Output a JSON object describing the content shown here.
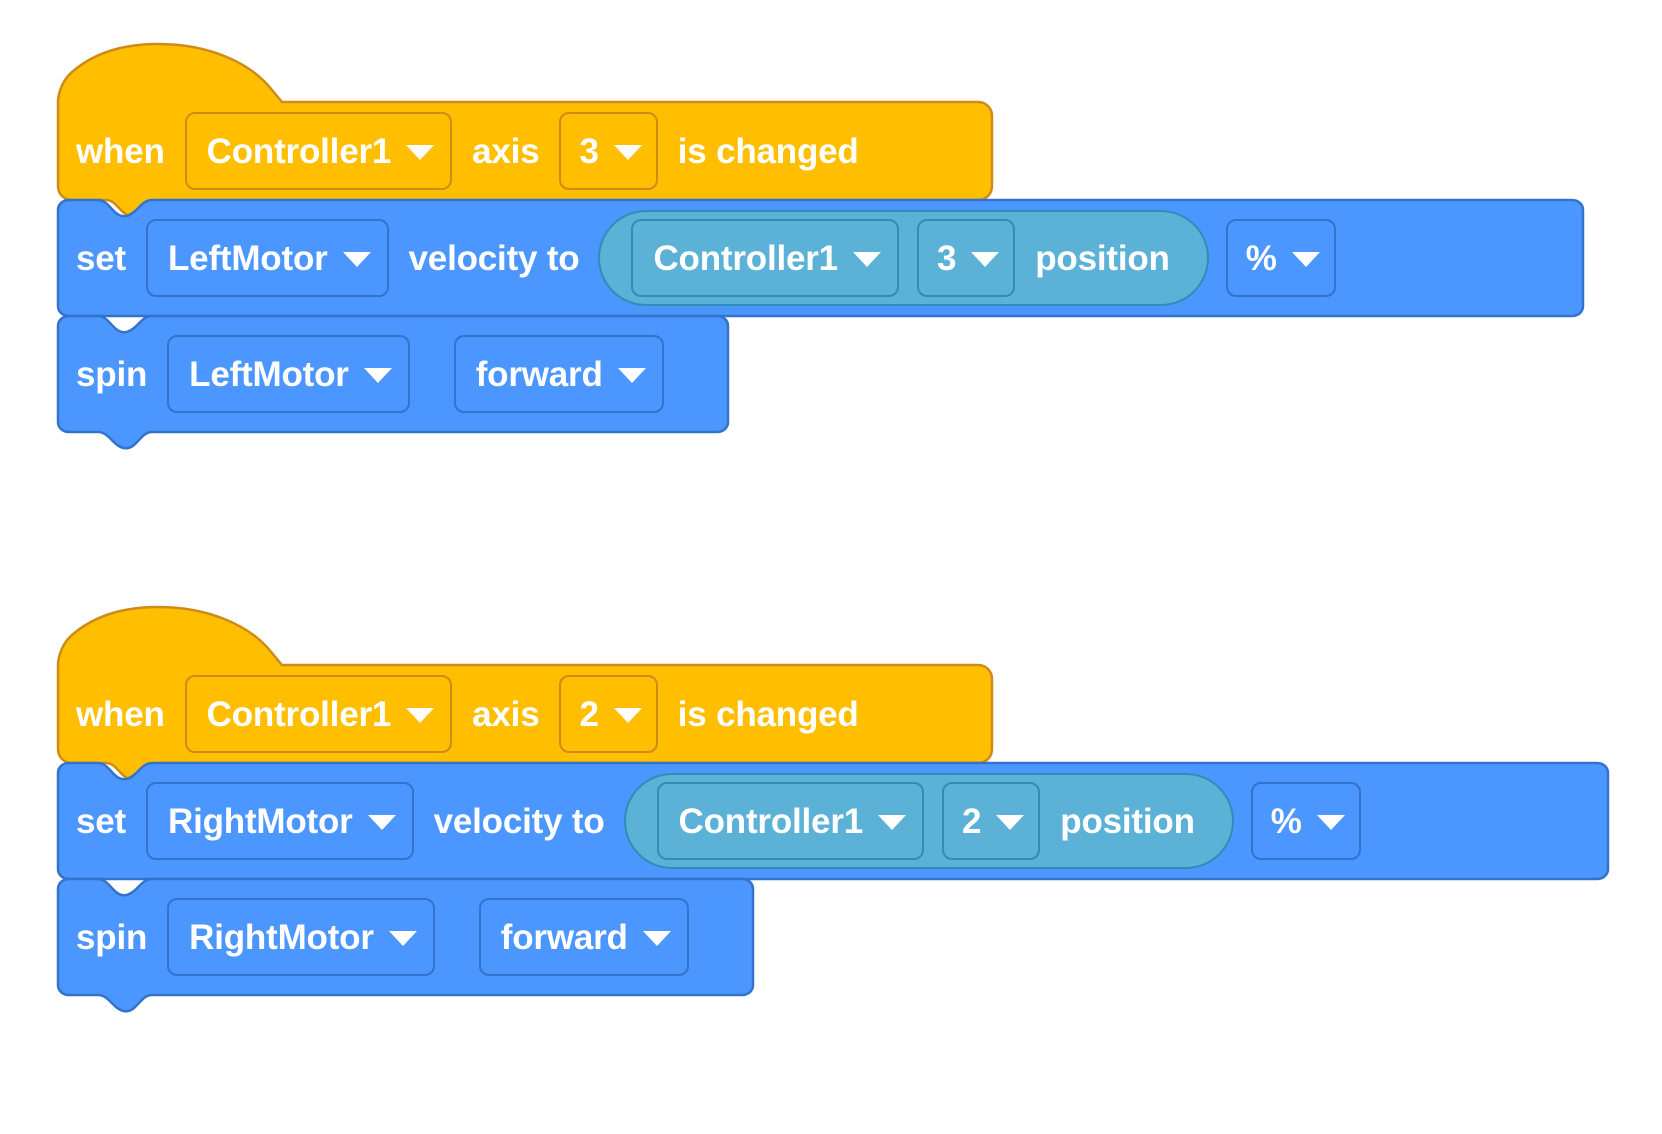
{
  "app": {
    "name": "VEXcode Blocks Workspace",
    "canvas_background": "#ffffff"
  },
  "colors": {
    "event_block": "#FFBF00",
    "event_block_stroke": "#CF8B17",
    "motion_block": "#4C97FF",
    "motion_block_stroke": "#3373CC",
    "reporter_block": "#5CB1D6",
    "reporter_block_stroke": "#2E8EB8",
    "label_text": "#FFFFFF"
  },
  "scripts": [
    {
      "id": "script-1",
      "hat": {
        "type": "when-controller-axis-changed",
        "words": {
          "when": "when",
          "axis": "axis",
          "is_changed": "is changed"
        },
        "controller": {
          "value": "Controller1",
          "icon": "chevron-down-icon"
        },
        "axis": {
          "value": "3",
          "icon": "chevron-down-icon"
        }
      },
      "set_velocity": {
        "type": "set-motor-velocity",
        "words": {
          "set": "set",
          "velocity_to": "velocity to"
        },
        "motor": {
          "value": "LeftMotor",
          "icon": "chevron-down-icon"
        },
        "unit": {
          "value": "%",
          "icon": "chevron-down-icon"
        },
        "reporter": {
          "type": "controller-axis-position",
          "words": {
            "position": "position"
          },
          "controller": {
            "value": "Controller1",
            "icon": "chevron-down-icon"
          },
          "axis": {
            "value": "3",
            "icon": "chevron-down-icon"
          }
        }
      },
      "spin": {
        "type": "spin-motor",
        "words": {
          "spin": "spin"
        },
        "motor": {
          "value": "LeftMotor",
          "icon": "chevron-down-icon"
        },
        "direction": {
          "value": "forward",
          "icon": "chevron-down-icon"
        }
      }
    },
    {
      "id": "script-2",
      "hat": {
        "type": "when-controller-axis-changed",
        "words": {
          "when": "when",
          "axis": "axis",
          "is_changed": "is changed"
        },
        "controller": {
          "value": "Controller1",
          "icon": "chevron-down-icon"
        },
        "axis": {
          "value": "2",
          "icon": "chevron-down-icon"
        }
      },
      "set_velocity": {
        "type": "set-motor-velocity",
        "words": {
          "set": "set",
          "velocity_to": "velocity to"
        },
        "motor": {
          "value": "RightMotor",
          "icon": "chevron-down-icon"
        },
        "unit": {
          "value": "%",
          "icon": "chevron-down-icon"
        },
        "reporter": {
          "type": "controller-axis-position",
          "words": {
            "position": "position"
          },
          "controller": {
            "value": "Controller1",
            "icon": "chevron-down-icon"
          },
          "axis": {
            "value": "2",
            "icon": "chevron-down-icon"
          }
        }
      },
      "spin": {
        "type": "spin-motor",
        "words": {
          "spin": "spin"
        },
        "motor": {
          "value": "RightMotor",
          "icon": "chevron-down-icon"
        },
        "direction": {
          "value": "forward",
          "icon": "chevron-down-icon"
        }
      }
    }
  ]
}
